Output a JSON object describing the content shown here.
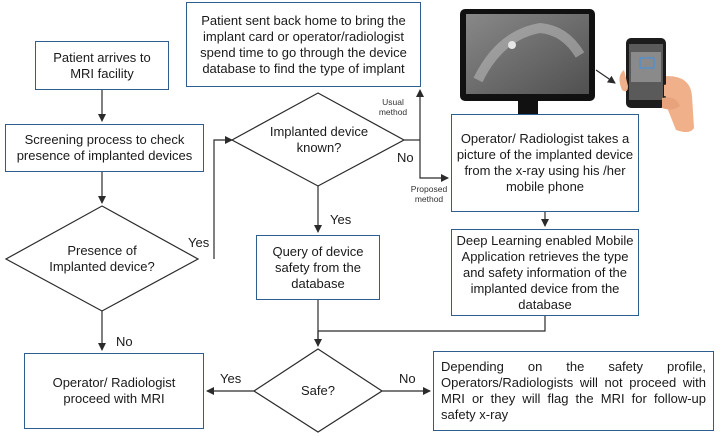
{
  "nodes": {
    "arrive": "Patient arrives to MRI facility",
    "screening": "Screening process to check presence of implanted devices",
    "presence": "Presence of Implanted device?",
    "known": "Implanted device known?",
    "sent_home": "Patient sent back home to bring the implant card or operator/radiologist spend time to go through the device database to find the type of implant",
    "photo": "Operator/ Radiologist takes a picture of the implanted device from the x-ray using his /her mobile phone",
    "query": "Query of device safety from the database",
    "deep_learning": "Deep Learning enabled Mobile Application retrieves the type and safety information of  the  implanted device from the database",
    "safe": "Safe?",
    "proceed": "Operator/ Radiologist proceed with MRI",
    "depending": "Depending on the safety profile, Operators/Radiologists will not proceed with MRI or they will flag the MRI for follow-up safety x-ray"
  },
  "labels": {
    "yes_presence": "Yes",
    "no_presence": "No",
    "yes_known": "Yes",
    "no_known": "No",
    "yes_safe": "Yes",
    "no_safe": "No",
    "usual": "Usual method",
    "proposed": "Proposed method"
  },
  "colors": {
    "box_border": "#2e5d8f",
    "arrow": "#2b2b2b",
    "hand": "#f0b08a"
  },
  "icons": [
    "monitor-icon",
    "mobile-phone-in-hand-icon"
  ]
}
